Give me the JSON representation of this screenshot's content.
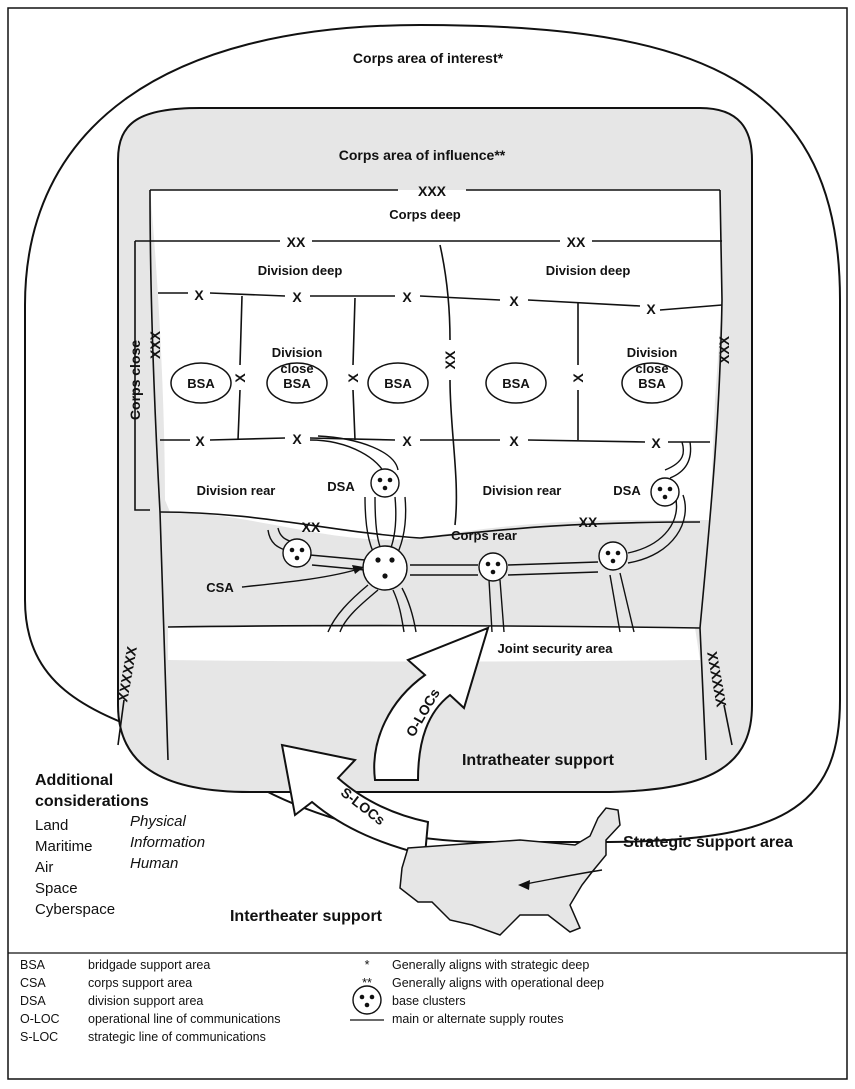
{
  "diagram": {
    "area_of_interest": "Corps area of interest*",
    "area_of_influence": "Corps area of influence**",
    "corps_boundary": "XXX",
    "corps_deep": "Corps deep",
    "division_boundary": "XX",
    "division_deep": "Division deep",
    "brigade_boundary": "X",
    "division_close": "Division close",
    "corps_close": "Corps close",
    "bsa": "BSA",
    "division_rear": "Division rear",
    "dsa": "DSA",
    "corps_rear": "Corps rear",
    "csa": "CSA",
    "joint_security_area": "Joint security area",
    "theater_boundary": "XXXXXX",
    "o_locs": "O-LOCs",
    "s_locs": "S-LOCs",
    "intratheater_support": "Intratheater support",
    "intertheater_support": "Intertheater support",
    "strategic_support_area": "Strategic support area",
    "additional_title_1": "Additional",
    "additional_title_2": "considerations",
    "domains": [
      "Land",
      "Maritime",
      "Air",
      "Space",
      "Cyberspace"
    ],
    "dimensions": [
      "Physical",
      "Information",
      "Human"
    ]
  },
  "legend": {
    "left": [
      {
        "abbr": "BSA",
        "text": "bridgade support area"
      },
      {
        "abbr": "CSA",
        "text": "corps support area"
      },
      {
        "abbr": "DSA",
        "text": "division support area"
      },
      {
        "abbr": "O-LOC",
        "text": "operational line of communications"
      },
      {
        "abbr": "S-LOC",
        "text": "strategic line of communications"
      }
    ],
    "right": [
      {
        "symbol": "*",
        "text": "Generally aligns with strategic deep"
      },
      {
        "symbol": "**",
        "text": "Generally aligns with operational deep"
      },
      {
        "symbol": "base-cluster-icon",
        "text": "base clusters"
      },
      {
        "symbol": "supply-route-line-icon",
        "text": "main or alternate supply routes"
      }
    ]
  },
  "colors": {
    "fill": "#e6e6e6",
    "line": "#111111",
    "background": "#ffffff"
  }
}
